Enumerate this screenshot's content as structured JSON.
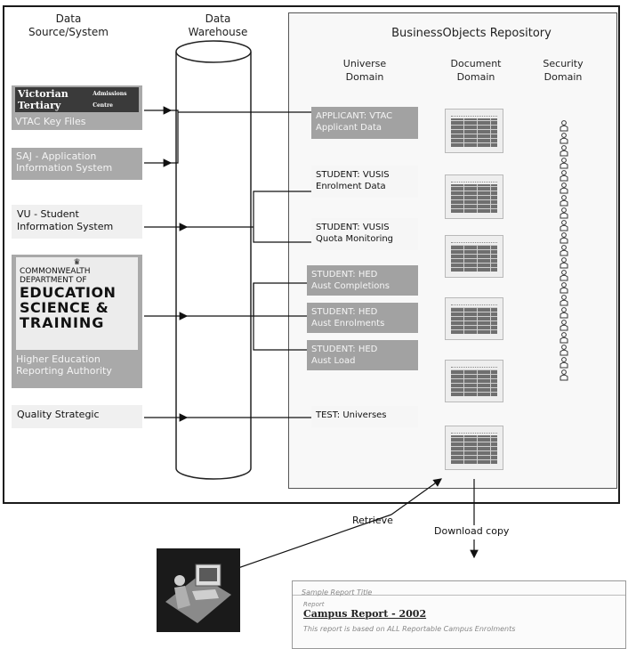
{
  "headers": {
    "data_source": "Data\nSource/System",
    "data_warehouse": "Data\nWarehouse",
    "repository": "BusinessObjects Repository",
    "universe_domain": "Universe\nDomain",
    "document_domain": "Document\nDomain",
    "security_domain": "Security\nDomain"
  },
  "sources": {
    "victorian_logo": "Victorian Tertiary",
    "victorian_logo_suffix": "Admissions Centre",
    "vtac": "VTAC Key Files",
    "saj": "SAJ - Application\nInformation System",
    "vu_student": "VU - Student\nInformation System",
    "dest_small": "COMMONWEALTH\nDEPARTMENT OF",
    "dest_education": "EDUCATION",
    "dest_science": "SCIENCE &",
    "dest_training": "TRAINING",
    "higher_ed": "Higher Education\nReporting Authority",
    "quality": "Quality Strategic"
  },
  "universes": [
    {
      "text": "APPLICANT: VTAC\nApplicant Data",
      "style": "grey"
    },
    {
      "text": "STUDENT: VUSIS\nEnrolment Data",
      "style": "light"
    },
    {
      "text": "STUDENT: VUSIS\nQuota Monitoring",
      "style": "light"
    },
    {
      "text": "STUDENT: HED\nAust Completions",
      "style": "grey"
    },
    {
      "text": "STUDENT: HED\nAust Enrolments",
      "style": "grey"
    },
    {
      "text": "STUDENT: HED\nAust Load",
      "style": "grey"
    },
    {
      "text": "TEST: Universes",
      "style": "light"
    }
  ],
  "labels": {
    "retrieve": "Retrieve",
    "download_copy": "Download copy"
  },
  "report": {
    "top_line": "Sample Report Title",
    "small_label": "Report",
    "title": "Campus Report - 2002",
    "body_line": "This report is based on ALL Reportable Campus Enrolments"
  },
  "colors": {
    "grey_box": "#a9a9a9",
    "light_box": "#e9e9e9",
    "frame": "#222222"
  },
  "security_users": 21
}
